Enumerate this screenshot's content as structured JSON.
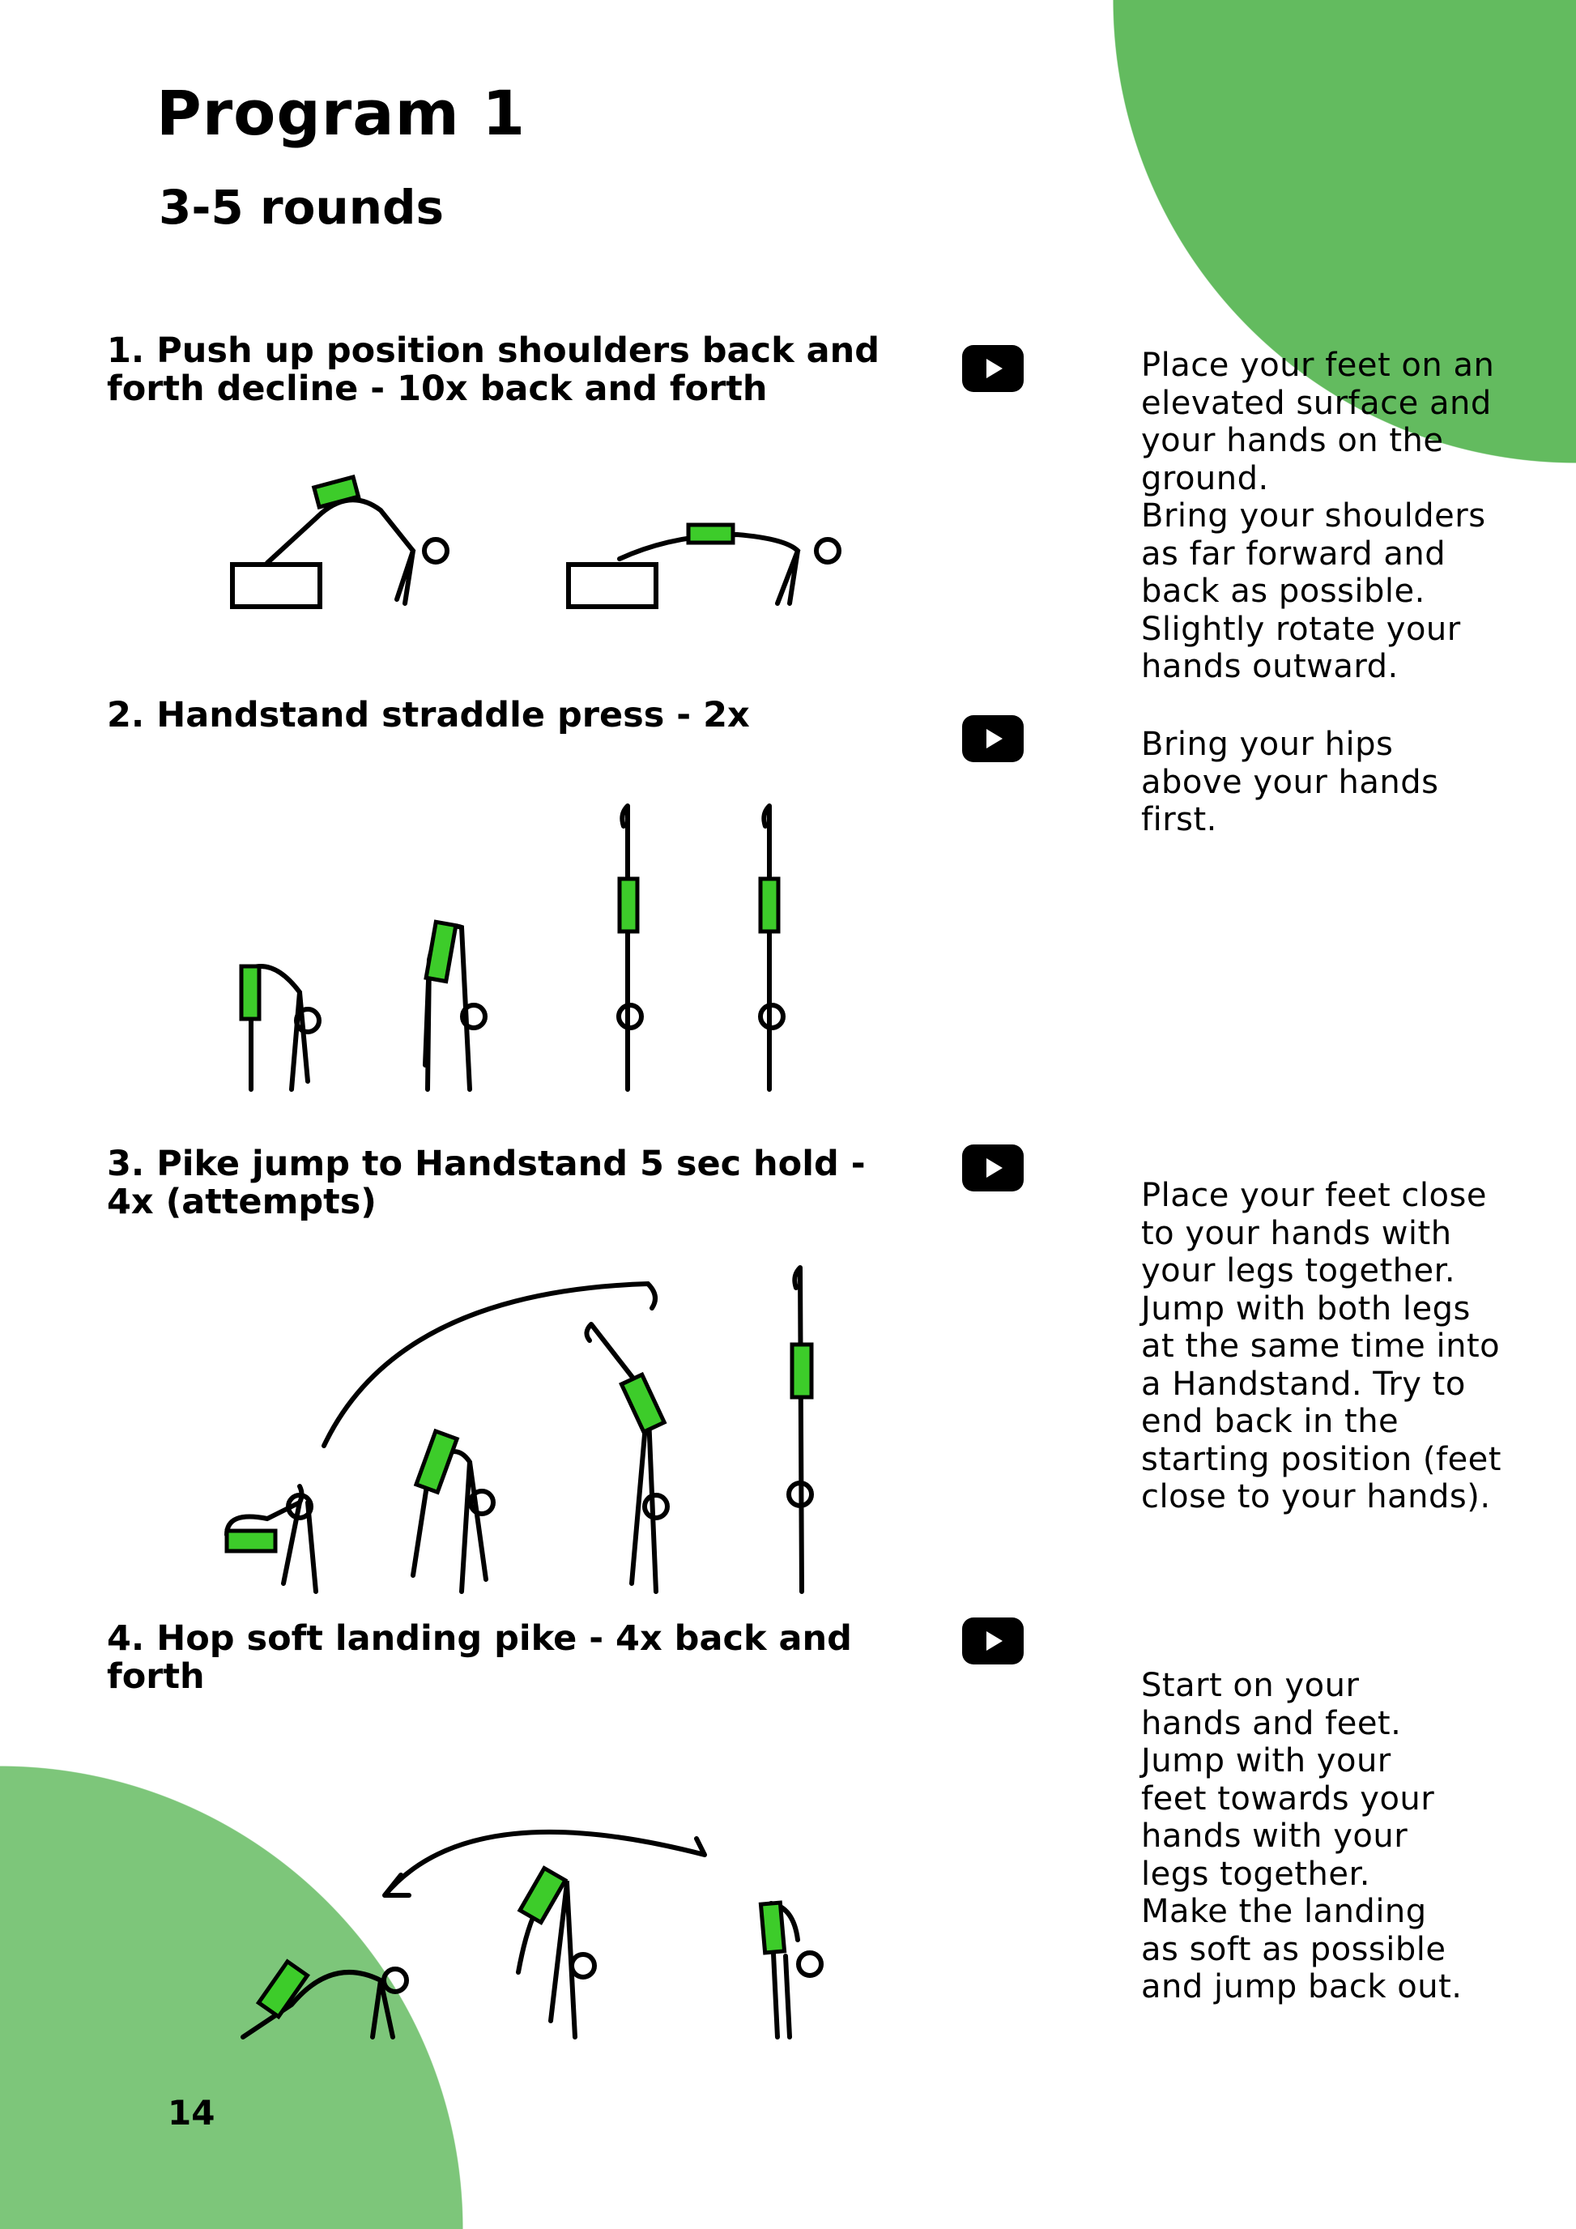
{
  "page": {
    "title": "Program 1",
    "subtitle": "3-5 rounds",
    "page_number": "14",
    "colors": {
      "accent_green": "#63bb5f",
      "light_green": "#7dc67a",
      "figure_green": "#3dcc2a"
    }
  },
  "exercises": [
    {
      "title": "1. Push up position shoulders back and forth decline - 10x back and forth",
      "video_icon": "play-icon",
      "description": "Place your feet on an\nelevated surface and\nyour hands on the\nground.\nBring your shoulders\nas far forward and\nback as possible.\nSlightly rotate your\nhands outward."
    },
    {
      "title": "2. Handstand straddle press - 2x",
      "video_icon": "play-icon",
      "description": "Bring your hips\nabove your hands\nfirst."
    },
    {
      "title": "3. Pike jump to Handstand 5 sec hold - 4x (attempts)",
      "video_icon": "play-icon",
      "description": "Place your feet close\nto your hands with\nyour legs together.\nJump with both legs\nat the same time into\na Handstand. Try to\nend back in the\nstarting position (feet\nclose to your hands)."
    },
    {
      "title": "4. Hop soft landing pike - 4x back and forth",
      "video_icon": "play-icon",
      "description": "Start on your\nhands and feet.\nJump with your\nfeet towards your\nhands with your\nlegs together.\nMake the landing\nas soft as possible\nand jump back out."
    }
  ]
}
